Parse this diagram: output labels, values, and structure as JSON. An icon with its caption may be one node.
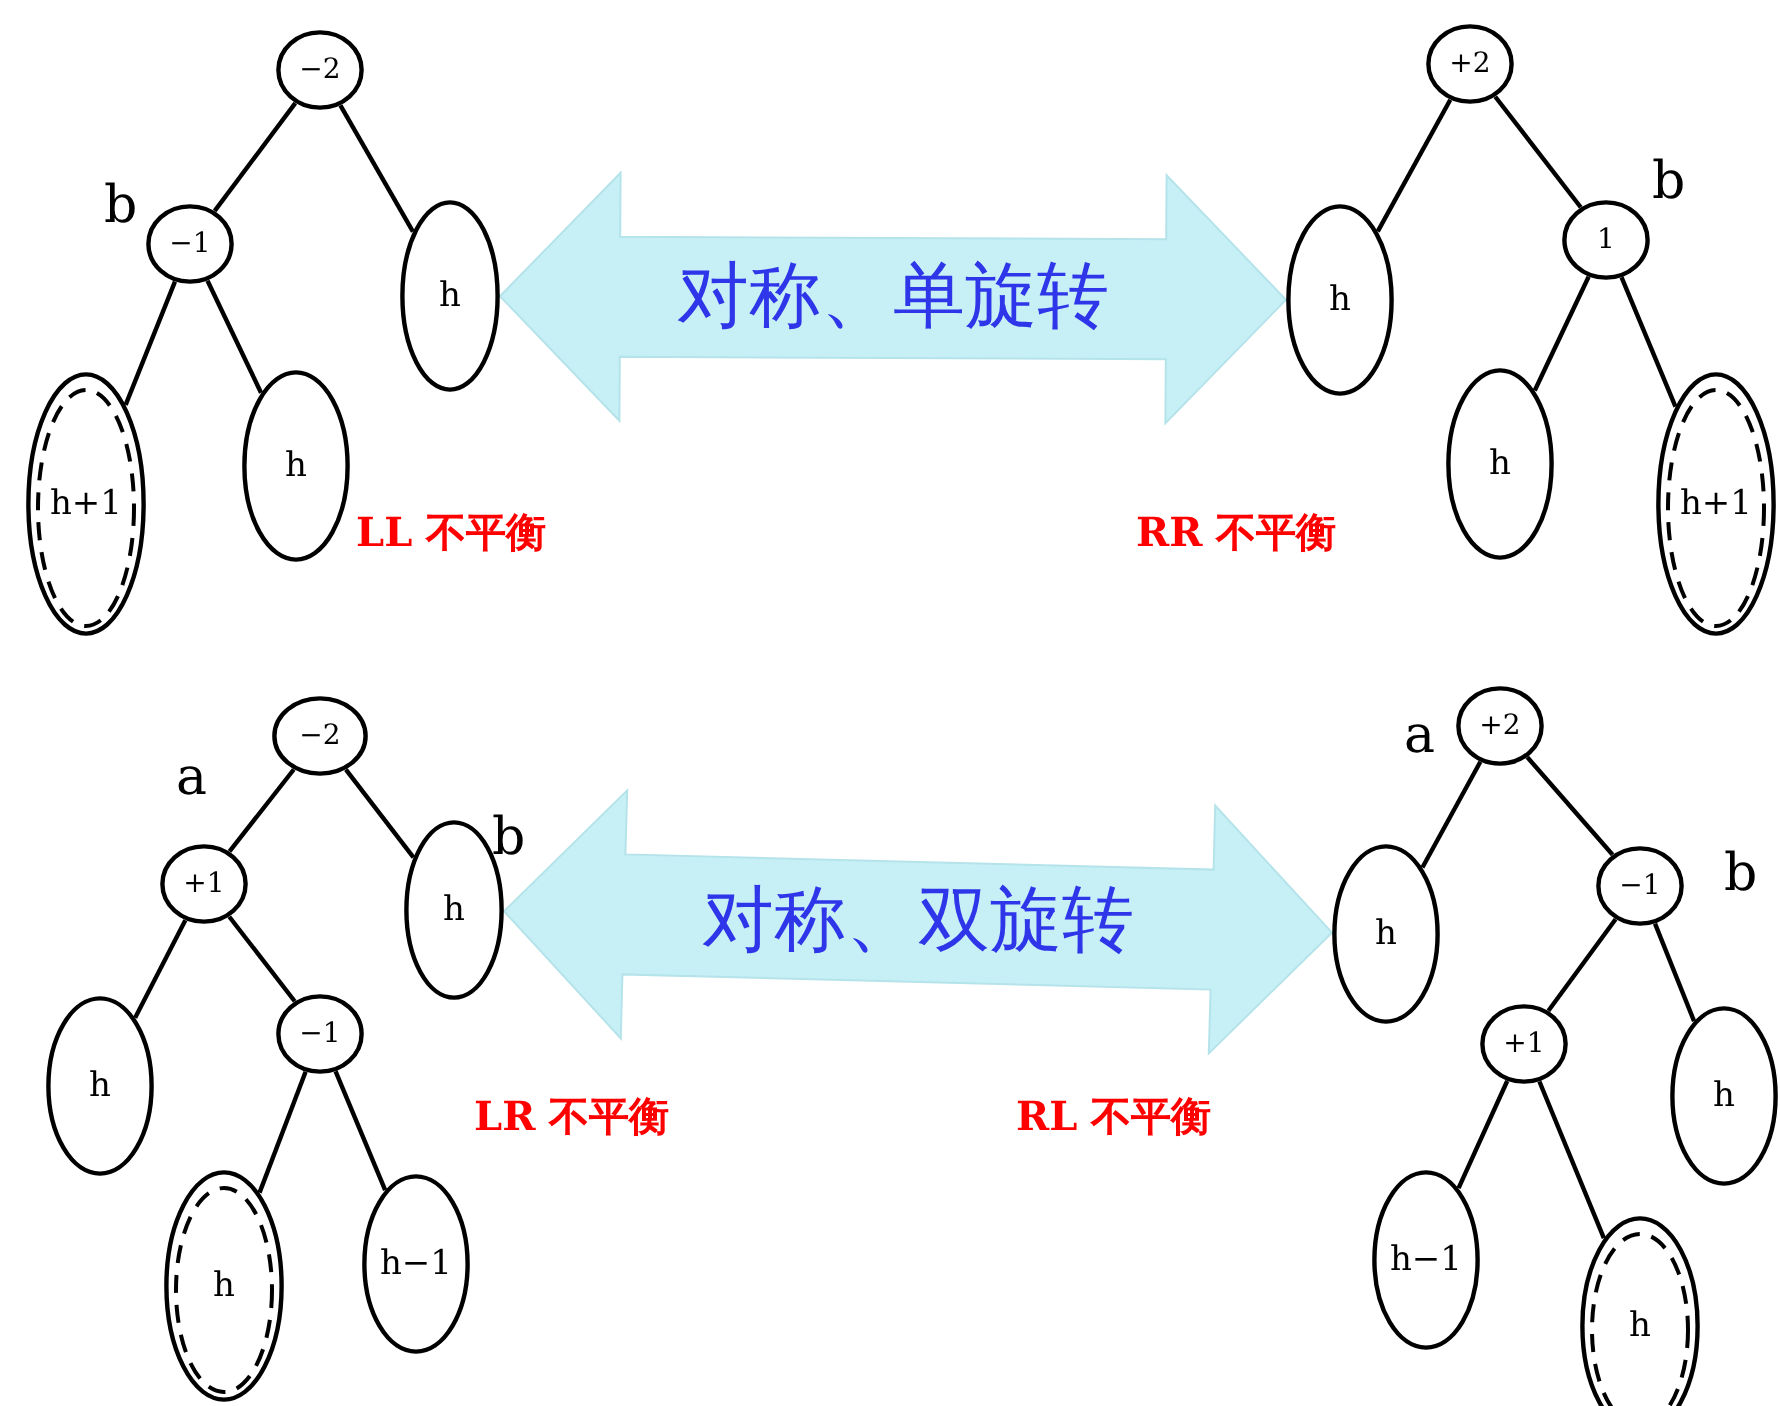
{
  "diagram": {
    "nodes": [
      {
        "text": [
          "−2"
        ]
      },
      {
        "text": [
          "−1"
        ],
        "beside": [
          "b"
        ]
      },
      {
        "text": [
          "h"
        ]
      },
      {
        "text": [
          "h+1"
        ]
      },
      {
        "text": [
          "h"
        ]
      },
      {
        "text": [
          "+2"
        ]
      },
      {
        "text": [
          "h"
        ]
      },
      {
        "text": [
          "1"
        ],
        "beside": [
          "b"
        ]
      },
      {
        "text": [
          "h"
        ]
      },
      {
        "text": [
          "h+1"
        ]
      },
      {
        "text": [
          "−2"
        ]
      },
      {
        "text": [
          "+1"
        ],
        "beside": [
          "a"
        ]
      },
      {
        "text": [
          "h"
        ],
        "beside": [
          "b"
        ]
      },
      {
        "text": [
          "h"
        ]
      },
      {
        "text": [
          "−1"
        ]
      },
      {
        "text": [
          "h"
        ]
      },
      {
        "text": [
          "h−1"
        ]
      },
      {
        "text": [
          "+2"
        ],
        "beside": [
          "a"
        ]
      },
      {
        "text": [
          "h"
        ]
      },
      {
        "text": [
          "−1"
        ],
        "beside": [
          "b"
        ]
      },
      {
        "text": [
          "+1"
        ]
      },
      {
        "text": [
          "h"
        ]
      },
      {
        "text": [
          "h−1"
        ]
      },
      {
        "text": [
          "h"
        ]
      }
    ],
    "edges": [
      {
        "from": 0,
        "to": 1,
        "arrow": "none"
      },
      {
        "from": 0,
        "to": 2,
        "arrow": "none"
      },
      {
        "from": 1,
        "to": 3,
        "arrow": "none"
      },
      {
        "from": 1,
        "to": 4,
        "arrow": "none"
      },
      {
        "from": 2,
        "to": 6,
        "arrow": "both",
        "label": "对称、单旋转",
        "style": "thick",
        "color": "#c6f0f6"
      },
      {
        "from": 5,
        "to": 6,
        "arrow": "none"
      },
      {
        "from": 5,
        "to": 7,
        "arrow": "none"
      },
      {
        "from": 7,
        "to": 8,
        "arrow": "none"
      },
      {
        "from": 7,
        "to": 9,
        "arrow": "none"
      },
      {
        "from": 10,
        "to": 11,
        "arrow": "none"
      },
      {
        "from": 10,
        "to": 12,
        "arrow": "none"
      },
      {
        "from": 11,
        "to": 13,
        "arrow": "none"
      },
      {
        "from": 11,
        "to": 14,
        "arrow": "none"
      },
      {
        "from": 14,
        "to": 15,
        "arrow": "none"
      },
      {
        "from": 14,
        "to": 16,
        "arrow": "none"
      },
      {
        "from": 12,
        "to": 18,
        "arrow": "both",
        "label": "对称、双旋转",
        "style": "thick",
        "color": "#c6f0f6"
      },
      {
        "from": 17,
        "to": 18,
        "arrow": "none"
      },
      {
        "from": 17,
        "to": 19,
        "arrow": "none"
      },
      {
        "from": 19,
        "to": 20,
        "arrow": "none"
      },
      {
        "from": 19,
        "to": 21,
        "arrow": "none"
      },
      {
        "from": 20,
        "to": 22,
        "arrow": "none"
      },
      {
        "from": 20,
        "to": 23,
        "arrow": "none"
      }
    ],
    "labels": [
      "LL 不平衡",
      "RR 不平衡",
      "LR 不平衡",
      "RL 不平衡"
    ]
  }
}
